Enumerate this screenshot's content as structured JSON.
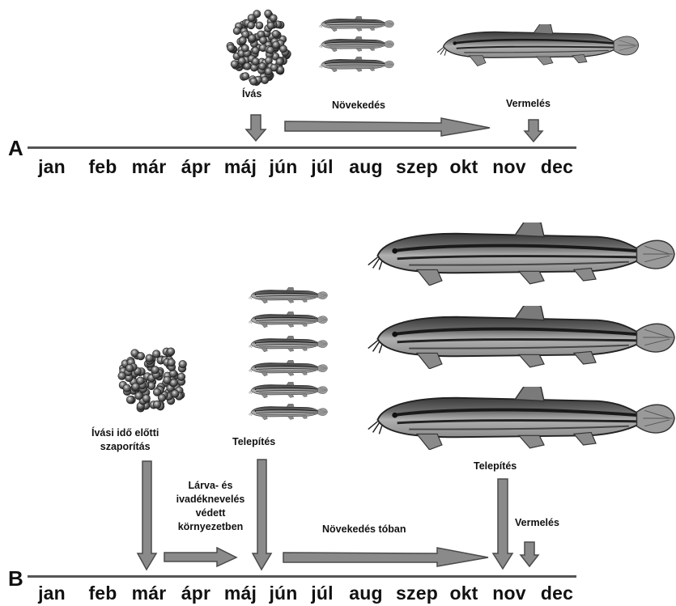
{
  "panels": [
    {
      "letter": "A",
      "months": [
        "jan",
        "feb",
        "már",
        "ápr",
        "máj",
        "jún",
        "júl",
        "aug",
        "szep",
        "okt",
        "nov",
        "dec"
      ],
      "labels": {
        "spawning": "Ívás",
        "growth": "Növekedés",
        "wintering": "Vermelés"
      }
    },
    {
      "letter": "B",
      "months": [
        "jan",
        "feb",
        "már",
        "ápr",
        "máj",
        "jún",
        "júl",
        "aug",
        "szep",
        "okt",
        "nov",
        "dec"
      ],
      "labels": {
        "pre_spawning_line1": "Ívási idő előtti",
        "pre_spawning_line2": "szaporítás",
        "stocking_early": "Telepítés",
        "rearing_line1": "Lárva- és",
        "rearing_line2": "ivadéknevelés",
        "rearing_line3": "védett",
        "rearing_line4": "környezetben",
        "pond_growth": "Növekedés tóban",
        "stocking_late": "Telepítés",
        "wintering": "Vermelés"
      }
    }
  ],
  "colors": {
    "arrow_fill": "#8a8a8a",
    "arrow_stroke": "#4a4a4a",
    "axis": "#555555",
    "fish_body": "#6f6f6f",
    "fish_dark": "#2a2a2a",
    "egg": "#3c3c3c"
  }
}
